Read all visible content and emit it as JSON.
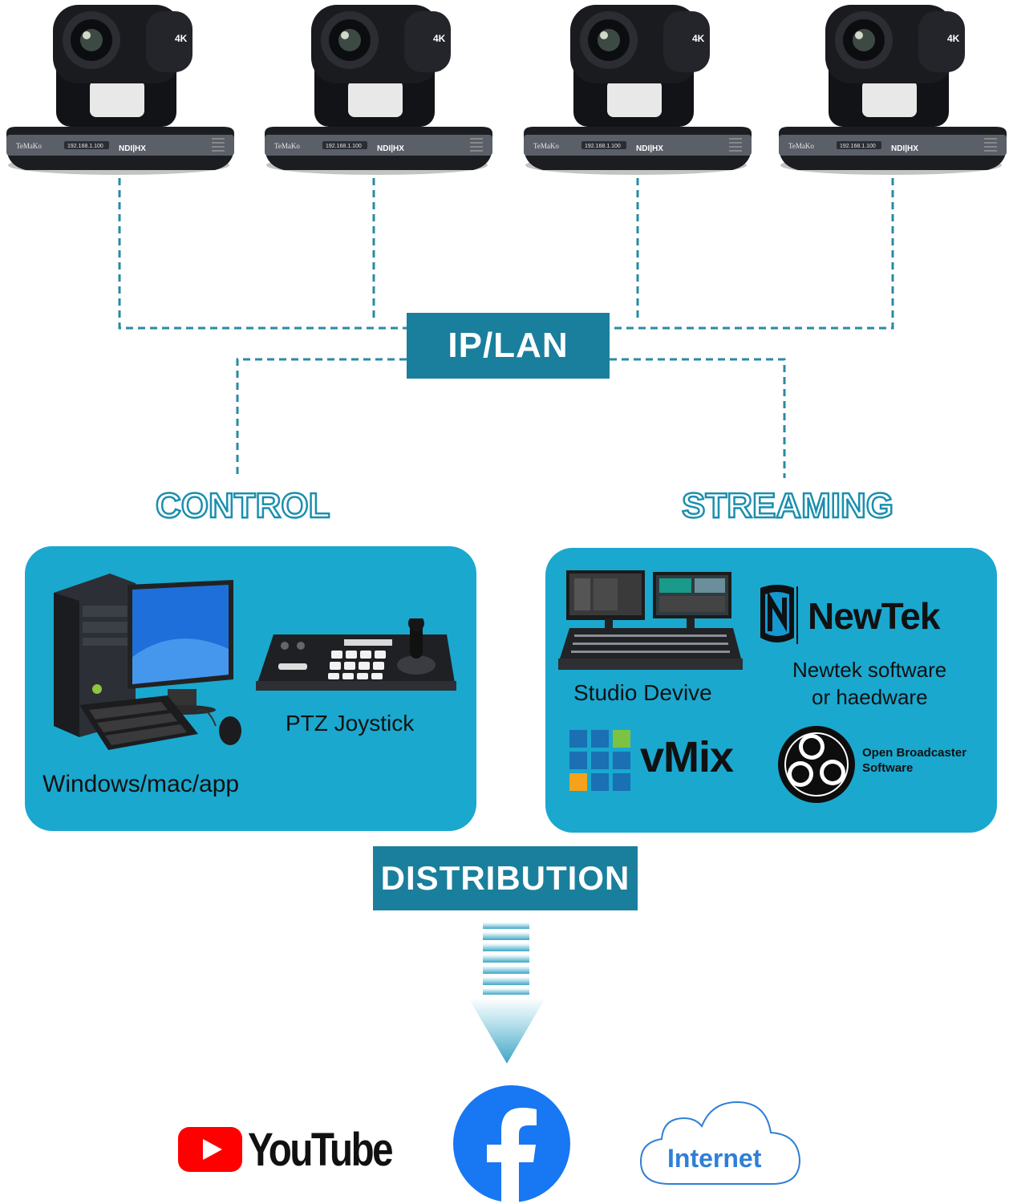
{
  "cameras": {
    "items": [
      {
        "brand": "TeMaKo",
        "ip": "192.168.1.100",
        "ndi": "NDI|HX",
        "badge": "4K"
      },
      {
        "brand": "TeMaKo",
        "ip": "192.168.1.100",
        "ndi": "NDI|HX",
        "badge": "4K"
      },
      {
        "brand": "TeMaKo",
        "ip": "192.168.1.100",
        "ndi": "NDI|HX",
        "badge": "4K"
      },
      {
        "brand": "TeMaKo",
        "ip": "192.168.1.100",
        "ndi": "NDI|HX",
        "badge": "4K"
      }
    ]
  },
  "network": {
    "label": "IP/LAN"
  },
  "control": {
    "title": "CONTROL",
    "pc_label": "Windows/mac/app",
    "joystick_label": "PTZ Joystick"
  },
  "streaming": {
    "title": "STREAMING",
    "studio_label": "Studio Devive",
    "newtek_logo": "NewTek",
    "newtek_label_1": "Newtek software",
    "newtek_label_2": "or haedware",
    "vmix_logo": "vMix",
    "obs_label_1": "Open Broadcaster",
    "obs_label_2": "Software"
  },
  "distribution": {
    "label": "DISTRIBUTION",
    "youtube": "YouTube",
    "facebook_icon": "facebook-icon",
    "internet": "Internet"
  },
  "colors": {
    "teal_tag": "#1a7f9c",
    "panel": "#1aa8cf",
    "dash": "#2a8aa3",
    "youtube_red": "#ff0000",
    "facebook_blue": "#1877f2",
    "cloud_blue": "#2f7fd6"
  }
}
